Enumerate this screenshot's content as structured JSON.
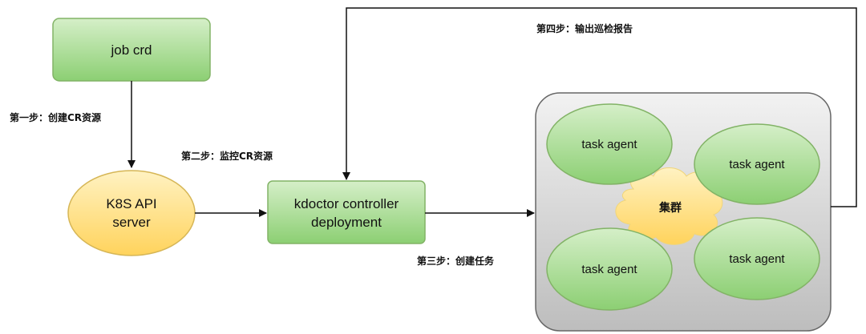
{
  "nodes": {
    "job_crd": "job crd",
    "k8s_api_line1": "K8S API",
    "k8s_api_line2": "server",
    "kdoctor_line1": "kdoctor controller",
    "kdoctor_line2": "deployment",
    "cluster": "集群",
    "agents": [
      "task agent",
      "task agent",
      "task agent",
      "task agent"
    ]
  },
  "steps": {
    "step1": "第一步：创建CR资源",
    "step2": "第二步：监控CR资源",
    "step3": "第三步：创建任务",
    "step4": "第四步：输出巡检报告"
  },
  "colors": {
    "green_fill": "#8ed07a",
    "green_stroke": "#82b366",
    "yellow_fill": "#ffd966",
    "yellow_stroke": "#d6b656",
    "cluster_fill": "#d8d8d8",
    "cluster_stroke": "#666666"
  }
}
